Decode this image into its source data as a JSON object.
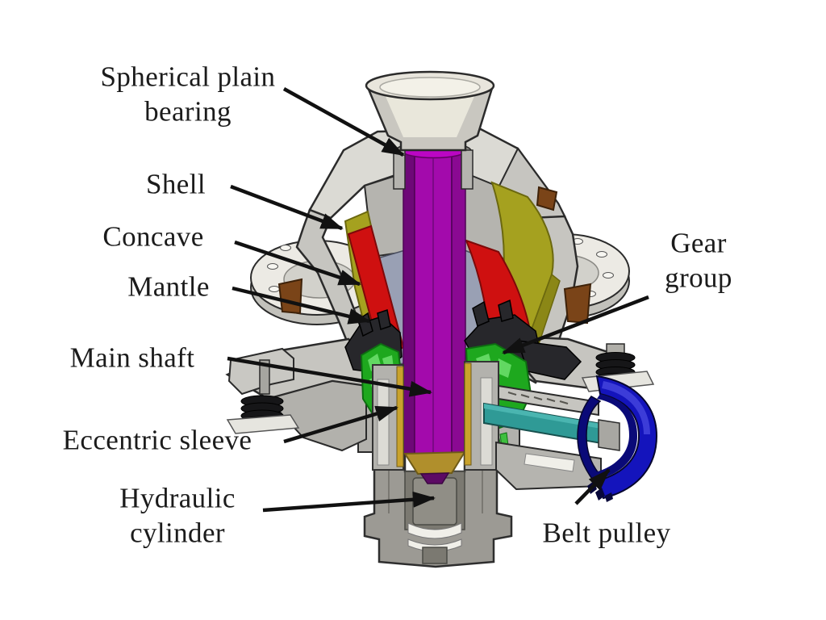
{
  "canvas": {
    "background": "#ffffff"
  },
  "labels": [
    {
      "id": "spherical-plain-bearing",
      "text": "Spherical plain\nbearing"
    },
    {
      "id": "shell",
      "text": "Shell"
    },
    {
      "id": "concave",
      "text": "Concave"
    },
    {
      "id": "mantle",
      "text": "Mantle"
    },
    {
      "id": "main-shaft",
      "text": "Main shaft"
    },
    {
      "id": "eccentric-sleeve",
      "text": "Eccentric sleeve"
    },
    {
      "id": "hydraulic-cylinder",
      "text": "Hydraulic\ncylinder"
    },
    {
      "id": "gear-group",
      "text": "Gear group"
    },
    {
      "id": "belt-pulley",
      "text": "Belt pulley"
    }
  ],
  "part_colors": {
    "background": "#ffffff",
    "label-text": "#1b1b1b",
    "arrow": "#111111",
    "outline": "#2b2b2b",
    "shell": "#c6c5c0",
    "shell-light": "#dbdad4",
    "shell-dark": "#b2b1ac",
    "bonnet": "#b5b4af",
    "hopper-wall": "#c9c7c0",
    "hopper-rim": "#e8e5dc",
    "hopper-inner": "#f3f1e8",
    "hopper-cone": "#e9e7db",
    "flange": "#eceae4",
    "flange-rim": "#c2c1bb",
    "flange-hub": "#d2d1cb",
    "wedge": "#7a4418",
    "concave": "#a5a11f",
    "concave-dark": "#8b8716",
    "mantle": "#cf1010",
    "mantle-dark": "#7e0909",
    "inner-cone": "#99a0b4",
    "shaft": "#a30aac",
    "shaft-light": "#bb06c4",
    "shaft-mid": "#8a0992",
    "shaft-dark": "#6e0878",
    "bearing-ring": "#8e8c86",
    "gear-group": "#27272b",
    "bevel-gear": "#1ea81e",
    "bevel-gear-light": "#62d862",
    "bushing-gold": "#c9a22c",
    "step-bearing": "#b08f2c",
    "sleeve": "#b3b2ad",
    "countershaft": "#2f9a96",
    "countershaft-light": "#4ab5b0",
    "pulley": "#1414bc",
    "pulley-dark": "#0a0a78",
    "cylinder": "#9c9a94",
    "cylinder-cavity": "#7b7971",
    "piston": "#908e86",
    "white-band": "#f0efe9",
    "spring": "#161618",
    "plate": "#e6e5df"
  }
}
